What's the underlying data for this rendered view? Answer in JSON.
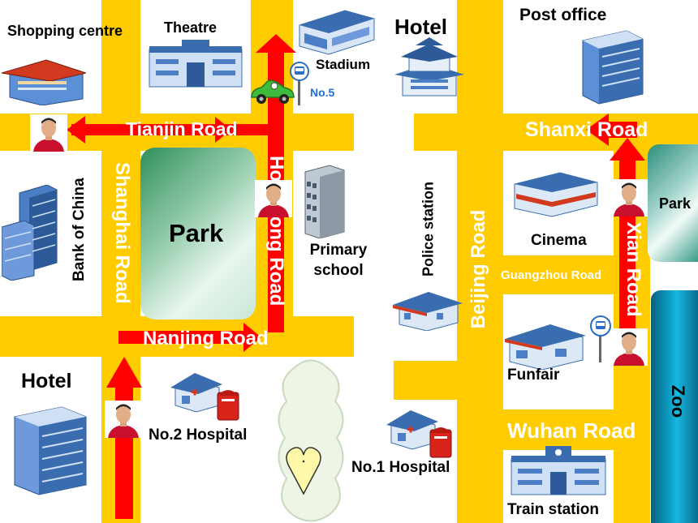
{
  "roads": {
    "tianjin": "Tianjin Road",
    "shanxi": "Shanxi Road",
    "hongkong": "Hongkong Road",
    "shanghai": "Shanghai Road",
    "beijing": "Beijing Road",
    "xian": "Xian Road",
    "nanjing": "Nanjing Road",
    "guangzhou": "Guangzhou Road",
    "wuhan": "Wuhan Road"
  },
  "places": {
    "shopping_centre": "Shopping centre",
    "theatre": "Theatre",
    "stadium": "Stadium",
    "hotel_top": "Hotel",
    "post_office": "Post office",
    "bank_of_china": "Bank of China",
    "park_main": "Park",
    "primary_school": "Primary school",
    "police_station": "Police station",
    "cinema": "Cinema",
    "park_right": "Park",
    "hotel_left": "Hotel",
    "no2_hospital": "No.2 Hospital",
    "funfair": "Funfair",
    "zoo": "Zoo",
    "no1_hospital": "No.1 Hospital",
    "train_station": "Train station"
  },
  "bus_stop": "No.5",
  "colors": {
    "road": "#FFCC00",
    "route_arrow": "#FF0000",
    "park": "#3D9A6A",
    "zoo": "#0096C8",
    "building": "#3A6DB0",
    "roof_red": "#CC2200"
  },
  "icons": [
    "person-icon",
    "bus-stop-icon",
    "car-icon",
    "heart-icon",
    "building-icon",
    "hospital-icon",
    "mailbox-icon"
  ]
}
